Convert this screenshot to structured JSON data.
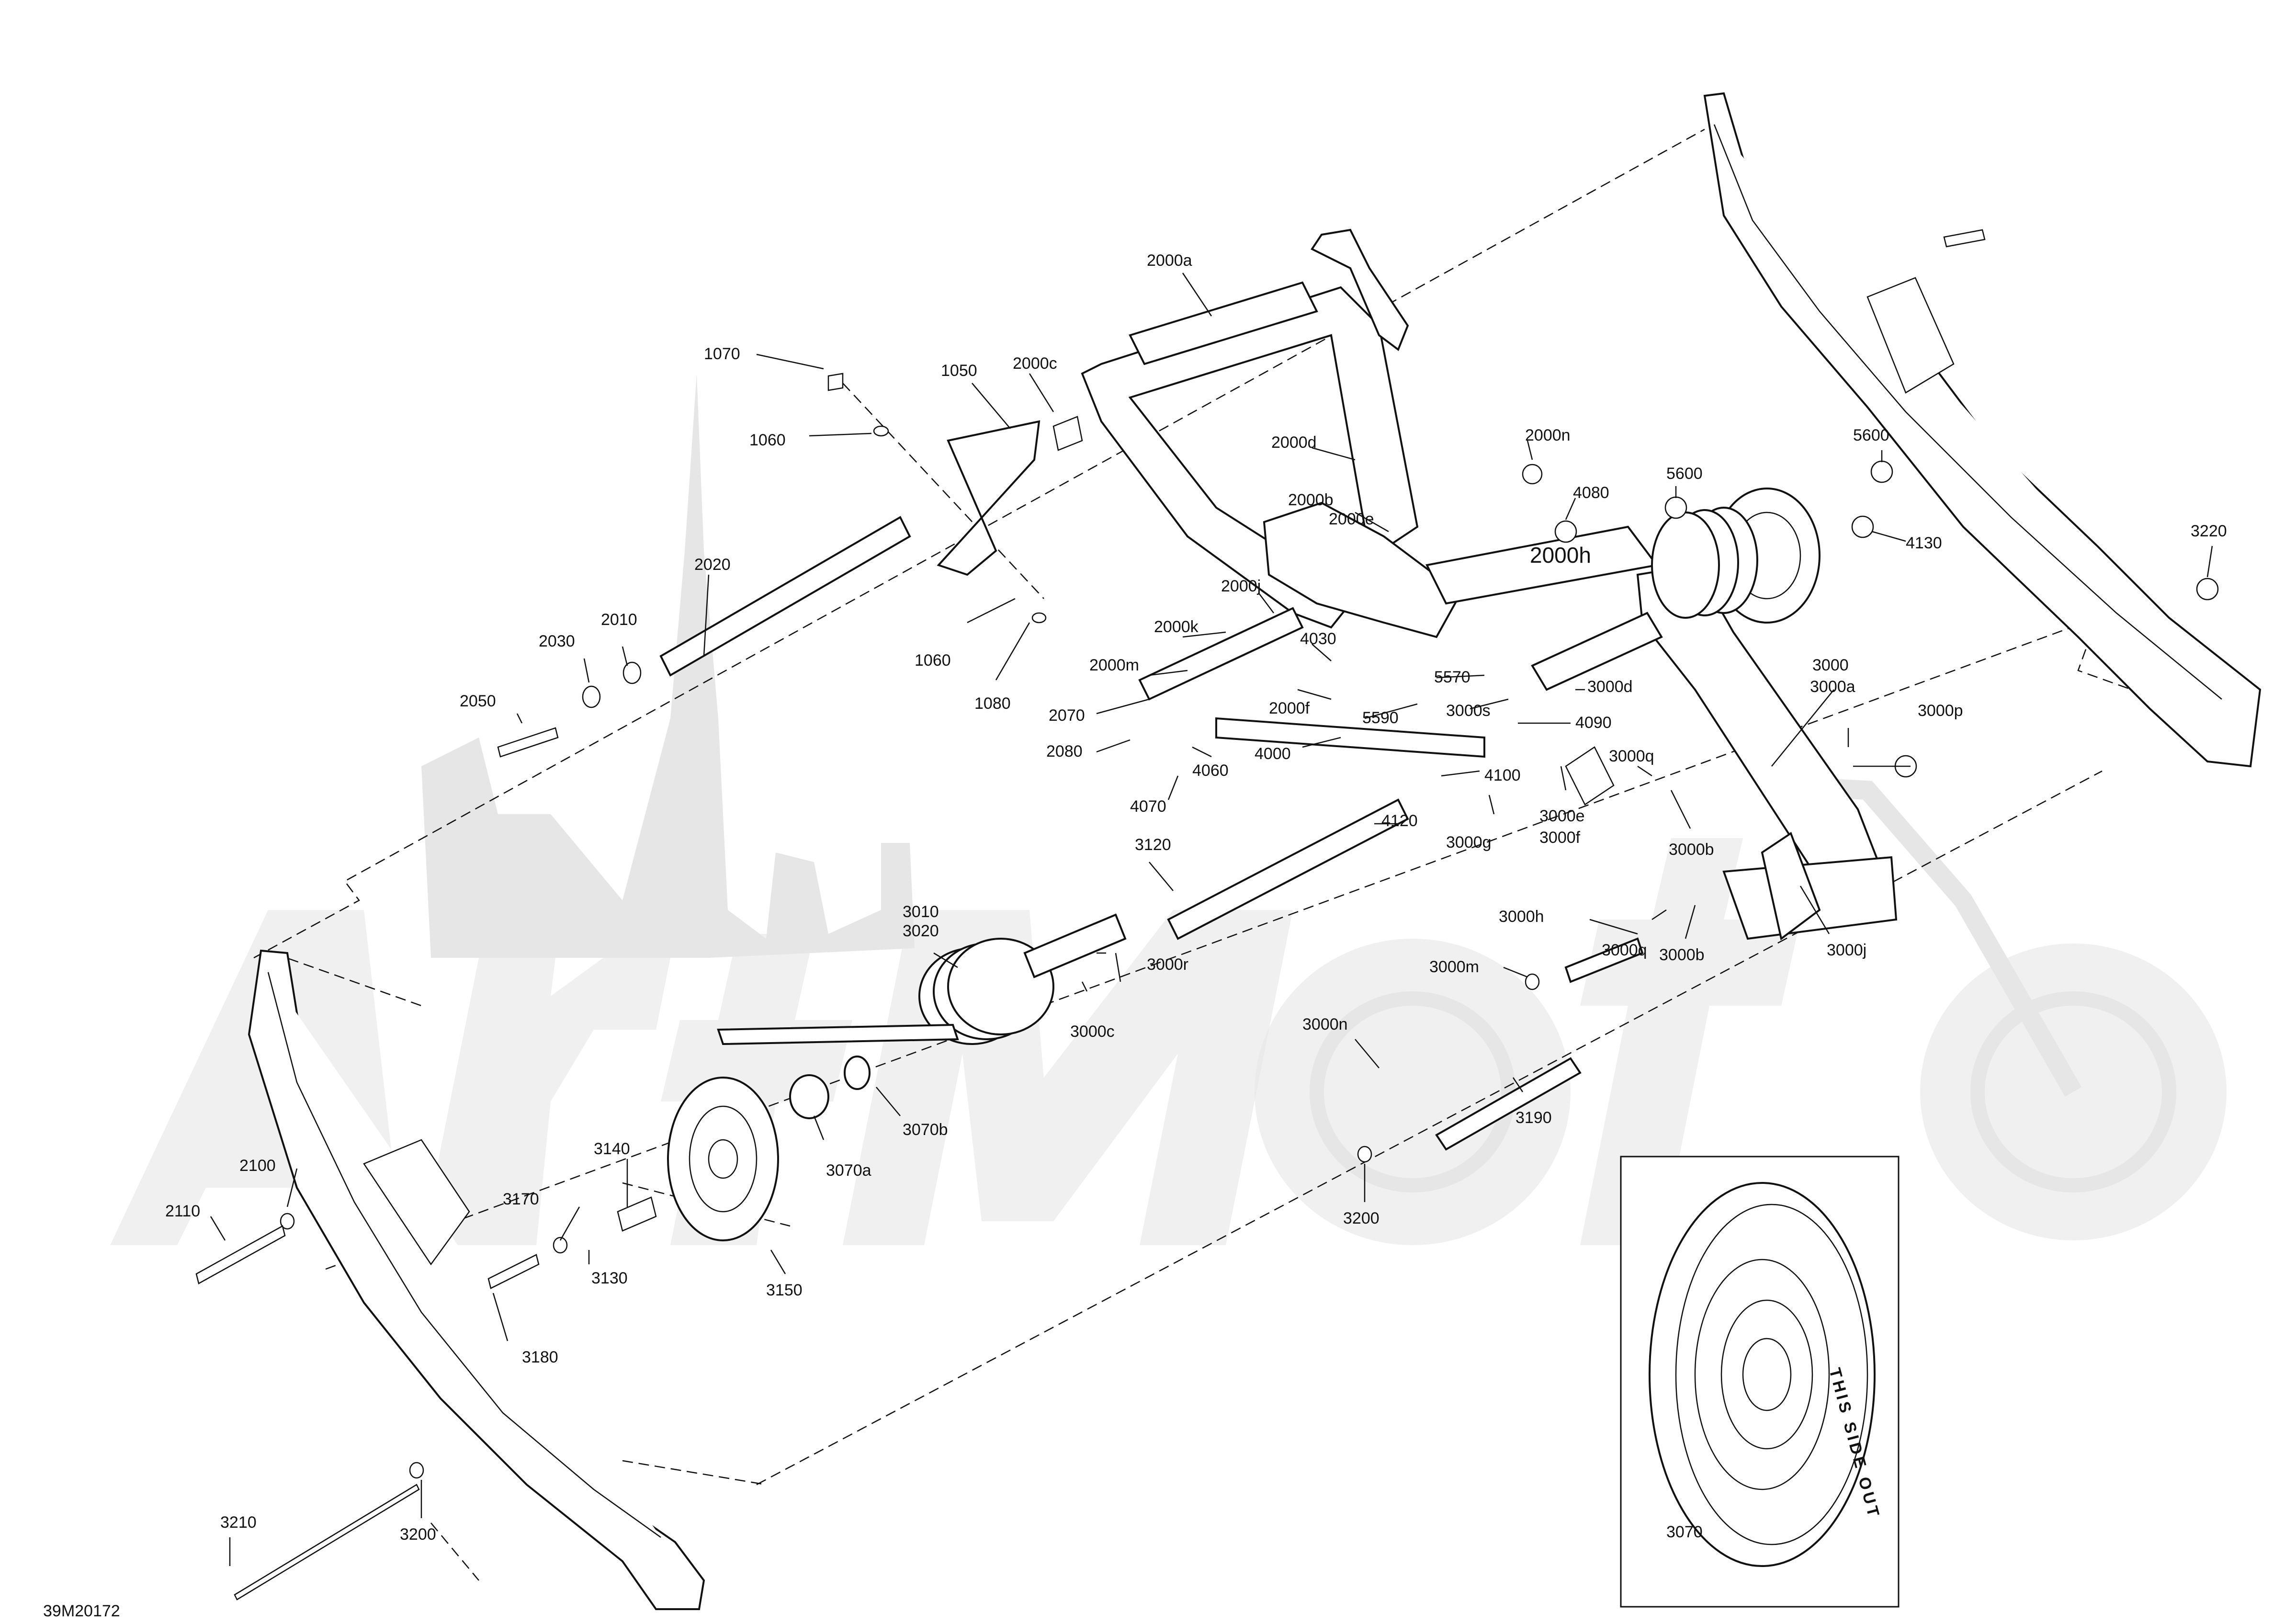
{
  "diagram_id": "39M20172",
  "watermark_text": "ArtMoto",
  "labels": {
    "1070": "1070",
    "1060_top": "1060",
    "1050": "1050",
    "2000c": "2000c",
    "2000a": "2000a",
    "2020": "2020",
    "2010": "2010",
    "2030": "2030",
    "2050": "2050",
    "1060_bottom": "1060",
    "1080": "1080",
    "2000d": "2000d",
    "2000n": "2000n",
    "2000b": "2000b",
    "2000e": "2000e",
    "2000h": "2000h",
    "4080": "4080",
    "5600_left": "5600",
    "5600_right": "5600",
    "4130": "4130",
    "3220": "3220",
    "2000j": "2000j",
    "2000k": "2000k",
    "2000m": "2000m",
    "4030": "4030",
    "2070": "2070",
    "2080": "2080",
    "2000f": "2000f",
    "5570": "5570",
    "5590": "5590",
    "3000s": "3000s",
    "3000d": "3000d",
    "4090": "4090",
    "3000": "3000",
    "3000a": "3000a",
    "3000p": "3000p",
    "4060": "4060",
    "4000": "4000",
    "4070": "4070",
    "4100": "4100",
    "4120": "4120",
    "3000q_top": "3000q",
    "3000b_top": "3000b",
    "3000e": "3000e",
    "3000f": "3000f",
    "3000g": "3000g",
    "3120": "3120",
    "3010": "3010",
    "3020": "3020",
    "3000r": "3000r",
    "3000h": "3000h",
    "3000q_bottom": "3000q",
    "3000b_bottom": "3000b",
    "3000j": "3000j",
    "3000m": "3000m",
    "3000c": "3000c",
    "3000n": "3000n",
    "3190": "3190",
    "3070b": "3070b",
    "3070a": "3070a",
    "3140": "3140",
    "3170": "3170",
    "3130": "3130",
    "3150": "3150",
    "2100": "2100",
    "2110": "2110",
    "3180": "3180",
    "3200_mid": "3200",
    "3210": "3210",
    "3200_bottom": "3200",
    "3070_detail": "3070"
  },
  "wheel_text": "THIS SIDE OUT"
}
